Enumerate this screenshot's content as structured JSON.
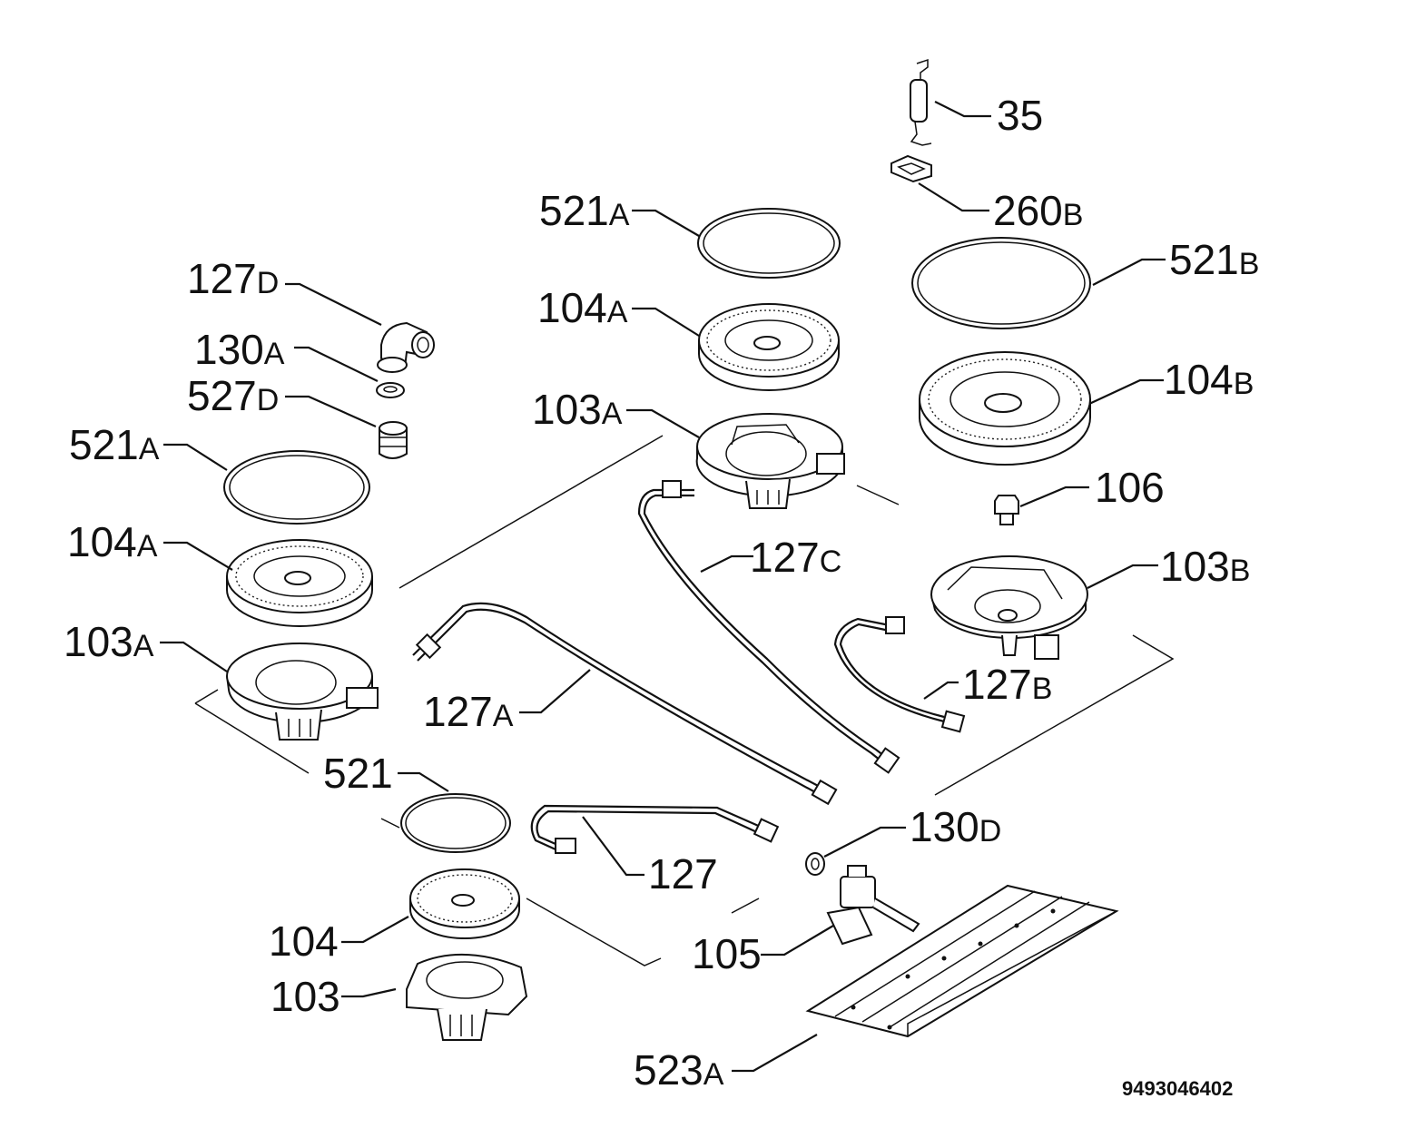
{
  "labels": [
    {
      "id": "35",
      "num": "35",
      "suffix": ""
    },
    {
      "id": "260b",
      "num": "260",
      "suffix": "B"
    },
    {
      "id": "521a-top",
      "num": "521",
      "suffix": "A"
    },
    {
      "id": "521b",
      "num": "521",
      "suffix": "B"
    },
    {
      "id": "127d",
      "num": "127",
      "suffix": "D"
    },
    {
      "id": "104a-top",
      "num": "104",
      "suffix": "A"
    },
    {
      "id": "130a",
      "num": "130",
      "suffix": "A"
    },
    {
      "id": "104b",
      "num": "104",
      "suffix": "B"
    },
    {
      "id": "527d",
      "num": "527",
      "suffix": "D"
    },
    {
      "id": "103a-top",
      "num": "103",
      "suffix": "A"
    },
    {
      "id": "521a-left",
      "num": "521",
      "suffix": "A"
    },
    {
      "id": "106",
      "num": "106",
      "suffix": ""
    },
    {
      "id": "104a-left",
      "num": "104",
      "suffix": "A"
    },
    {
      "id": "127c",
      "num": "127",
      "suffix": "C"
    },
    {
      "id": "103b",
      "num": "103",
      "suffix": "B"
    },
    {
      "id": "103a-left",
      "num": "103",
      "suffix": "A"
    },
    {
      "id": "127b",
      "num": "127",
      "suffix": "B"
    },
    {
      "id": "127a",
      "num": "127",
      "suffix": "A"
    },
    {
      "id": "521",
      "num": "521",
      "suffix": ""
    },
    {
      "id": "130d",
      "num": "130",
      "suffix": "D"
    },
    {
      "id": "127",
      "num": "127",
      "suffix": ""
    },
    {
      "id": "104",
      "num": "104",
      "suffix": ""
    },
    {
      "id": "105",
      "num": "105",
      "suffix": ""
    },
    {
      "id": "103",
      "num": "103",
      "suffix": ""
    },
    {
      "id": "523a",
      "num": "523",
      "suffix": "A"
    }
  ],
  "drawing_code": "9493046402"
}
